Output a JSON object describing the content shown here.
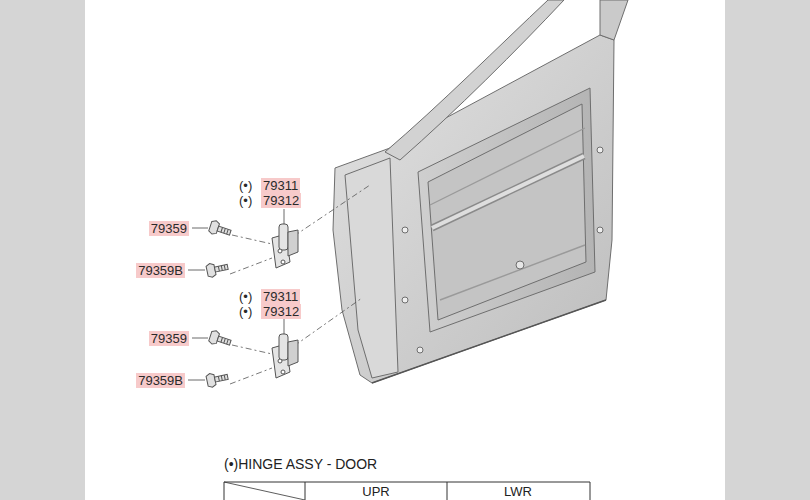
{
  "diagram": {
    "labels": [
      "(•)",
      "79311",
      "(•)",
      "79312",
      "79359",
      "79359B",
      "(•)",
      "79311",
      "(•)",
      "79312",
      "79359",
      "79359B",
      "(•)HINGE ASSY - DOOR",
      "UPR",
      "LWR"
    ]
  }
}
